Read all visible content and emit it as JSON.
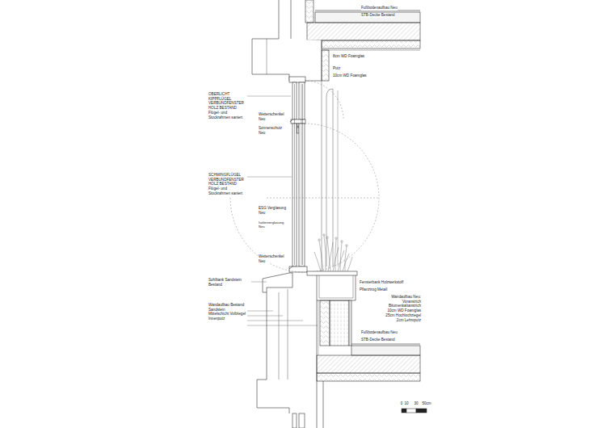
{
  "diagram": {
    "labels": [
      "Fußbodenaufbau Neu",
      "STB-Decke Bestand",
      "8cm WD Foamglas",
      "Putz",
      "10cm WD Foamglas",
      "OBERLICHT KIPPFLÜGEL VERBUNDFENSTER HOLZ BESTAND Flügel- und Stockrahmen saniert",
      "Wetterschenkel Neu",
      "Sonnenschutz Neu",
      "SCHWINGFLÜGEL VERBUNDFENSTER HOLZ BESTAND Flügel- und Stockrahmen saniert",
      "ESG Verglasung Neu",
      "Isolierverglasung Neu",
      "Wetterschenkel Neu",
      "Sohlbank Sandstein Bestand",
      "Fensterbank Holzwerkstoff",
      "Pflanztrog Metall",
      "Wandaufbau Bestand: Sandstein Mittelschicht Vollziegel Innenputz",
      "Wandaufbau Neu: Voranstrich Bitumenkaltanstrich 10cm WD Foamglas 25cm Hochlochziegel 2cm Lehmputz",
      "Fußbodenaufbau Neu",
      "STB-Decke Bestand",
      "0",
      "10",
      "30",
      "50cm"
    ]
  }
}
